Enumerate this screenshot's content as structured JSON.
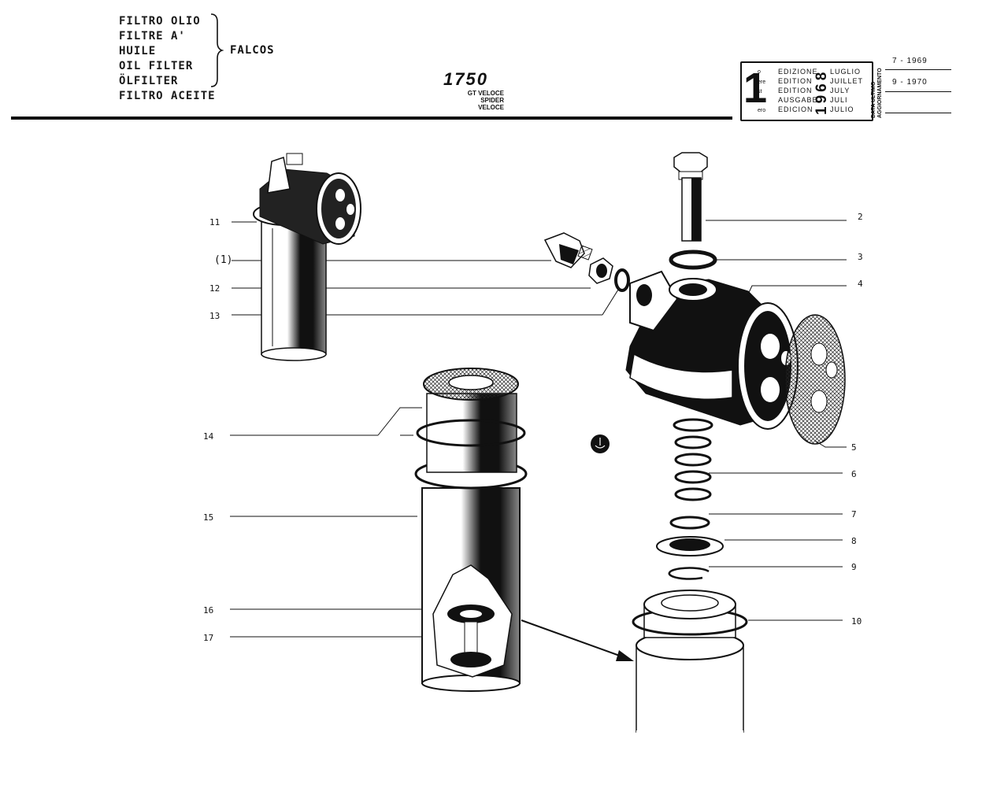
{
  "header": {
    "titles": [
      "FILTRO OLIO",
      "FILTRE A' HUILE",
      "OIL FILTER",
      "ÖLFILTER",
      "FILTRO ACEITE"
    ],
    "supplier": "FALCOS",
    "model": "1750",
    "variants": [
      "GT VELOCE",
      "SPIDER VELOCE"
    ]
  },
  "edition_box": {
    "number": "1",
    "superscripts": [
      "o",
      "ere",
      "st",
      ".",
      "ero"
    ],
    "editions": [
      "EDIZIONE",
      "EDITION",
      "EDITION",
      "AUSGABE",
      "EDICION"
    ],
    "year": "1968",
    "months": [
      "LUGLIO",
      "JUILLET",
      "JULY",
      "JULI",
      "JULIO"
    ],
    "update_label_1": "DATA ULTIMO",
    "update_label_2": "AGGIORNAMENTO",
    "updates": [
      "7 - 1969",
      "9 - 1970"
    ]
  },
  "callouts_left": [
    "11",
    "(1)",
    "12",
    "13",
    "14",
    "15",
    "16",
    "17"
  ],
  "callouts_right": [
    "2",
    "3",
    "4",
    "5",
    "6",
    "7",
    "8",
    "9",
    "10"
  ]
}
